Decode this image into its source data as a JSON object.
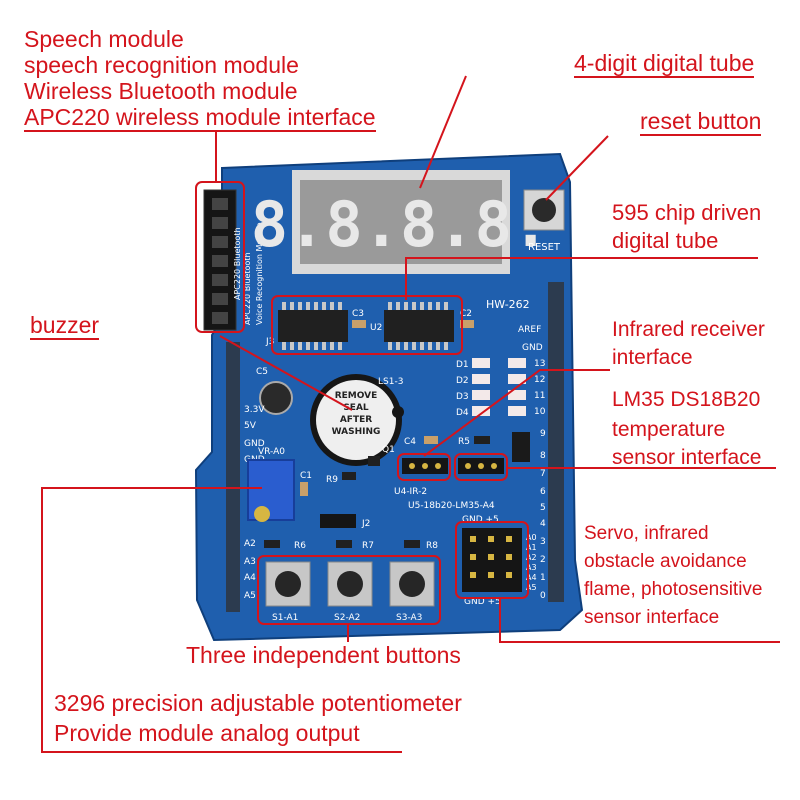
{
  "labels": {
    "comm_modules": [
      "Speech module",
      "speech recognition module",
      "Wireless Bluetooth module",
      "APC220 wireless module interface"
    ],
    "digital_tube": "4-digit digital tube",
    "reset_button": "reset button",
    "chip_595": [
      "595 chip driven",
      "digital tube"
    ],
    "buzzer": "buzzer",
    "ir_receiver": [
      "Infrared receiver",
      "interface"
    ],
    "temp_sensor": [
      "LM35 DS18B20",
      "temperature",
      "sensor interface"
    ],
    "servo_sensors": [
      "Servo, infrared",
      "obstacle avoidance",
      "flame, photosensitive",
      "sensor interface"
    ],
    "buttons": "Three independent buttons",
    "potentiometer": [
      "3296 precision adjustable potentiometer",
      "Provide module analog output"
    ]
  },
  "board": {
    "model": "HW-262",
    "reset_silk": "RESET",
    "digits": "8.8.8.8.",
    "apc_silk": [
      "APC220 Bluetooth",
      "Voice Recognition Module",
      "APC220 Bluetooth"
    ],
    "chip_refs": [
      "J3",
      "C3",
      "U2",
      "C2"
    ],
    "buzzer_refs": [
      "LS1-3",
      "Q1",
      "R9",
      "C1",
      "C5"
    ],
    "buzzer_sticker": [
      "REMOVE",
      "SEAL",
      "AFTER",
      "WASHING"
    ],
    "voltage_pins": [
      "3.3V",
      "5V",
      "GND",
      "GND",
      "VR-A0"
    ],
    "header_right": [
      "AREF",
      "GND",
      "13",
      "12",
      "11",
      "10",
      "9",
      "8",
      "7",
      "6",
      "5",
      "4",
      "3",
      "2",
      "1",
      "0"
    ],
    "led_refs": [
      "D1",
      "D2",
      "D3",
      "D4"
    ],
    "sensor_refs": [
      "C4",
      "R5",
      "U4-IR-2",
      "U5-18b20-LM35-A4",
      "J2"
    ],
    "analog_pins": [
      "A2",
      "A3",
      "A4",
      "A5"
    ],
    "resistor_refs": [
      "R6",
      "R7",
      "R8"
    ],
    "button_refs": [
      "S1-A1",
      "S2-A2",
      "S3-A3"
    ],
    "servo_header": [
      "GND +5",
      "GND +5"
    ],
    "servo_pins": [
      "A0",
      "A1",
      "A2",
      "A3",
      "A4",
      "A5"
    ]
  },
  "colors": {
    "annotation": "#d4141c",
    "pcb": "#1f5fae",
    "pcb_dark": "#174e92"
  }
}
